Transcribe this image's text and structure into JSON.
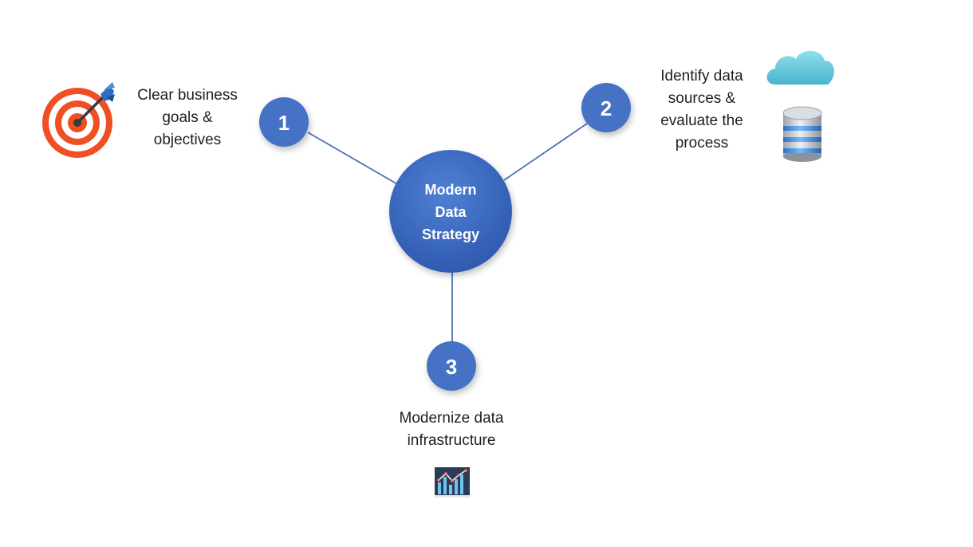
{
  "center": {
    "lines": [
      "Modern",
      "Data",
      "Strategy"
    ]
  },
  "steps": [
    {
      "number": "1",
      "lines": [
        "Clear business",
        "goals &",
        "objectives"
      ],
      "icon": "target-icon"
    },
    {
      "number": "2",
      "lines": [
        "Identify data",
        "sources &",
        "evaluate the",
        "process"
      ],
      "icons": [
        "cloud-icon",
        "database-icon"
      ]
    },
    {
      "number": "3",
      "lines": [
        "Modernize data",
        "infrastructure"
      ],
      "icon": "analytics-chart-icon"
    }
  ],
  "colors": {
    "node": "#4472c4",
    "node_dark": "#2f5bb0",
    "connector": "#4a6fb5",
    "target_red": "#f04e23",
    "cloud": "#5bc3d8",
    "database_blue": "#4a8fd8",
    "chart_bg": "#2b3a55"
  }
}
